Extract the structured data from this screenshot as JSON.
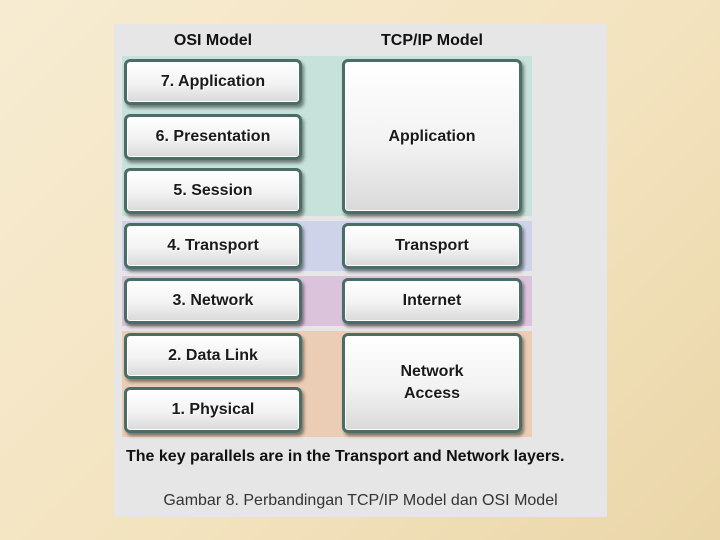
{
  "headers": {
    "osi": "OSI Model",
    "tcpip": "TCP/IP Model"
  },
  "osi_layers": [
    "7. Application",
    "6. Presentation",
    "5. Session",
    "4. Transport",
    "3. Network",
    "2. Data Link",
    "1. Physical"
  ],
  "tcpip_layers": {
    "application": "Application",
    "transport": "Transport",
    "internet": "Internet",
    "network_access_line1": "Network",
    "network_access_line2": "Access"
  },
  "note": "The key parallels are in the Transport and Network layers.",
  "caption": "Gambar 8. Perbandingan TCP/IP Model dan OSI Model",
  "colors": {
    "application_band": "#c6e2da",
    "transport_band": "#cfd3ea",
    "internet_band": "#dcc3dc",
    "network_access_band": "#ebcdb5",
    "box_border": "#4a6e66"
  }
}
